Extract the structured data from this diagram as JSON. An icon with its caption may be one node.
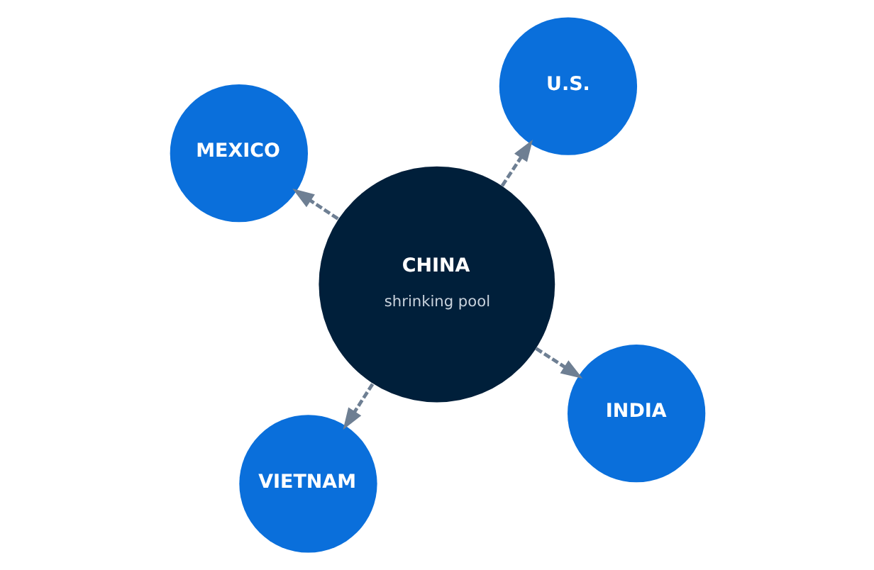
{
  "diagram": {
    "nodes": [
      {
        "text": [
          "CHINA",
          "shrinking pool"
        ]
      },
      {
        "text": [
          "INDIA"
        ]
      },
      {
        "text": [
          "VIETNAM"
        ]
      },
      {
        "text": [
          "MEXICO"
        ]
      },
      {
        "text": [
          "U.S."
        ]
      }
    ],
    "edges": [
      {
        "from": 0,
        "to": 1,
        "arrow": "to",
        "style": "dashed"
      },
      {
        "from": 0,
        "to": 2,
        "arrow": "to",
        "style": "dashed"
      },
      {
        "from": 0,
        "to": 3,
        "arrow": "to",
        "style": "dashed"
      },
      {
        "from": 0,
        "to": 4,
        "arrow": "to",
        "style": "dashed"
      }
    ]
  }
}
